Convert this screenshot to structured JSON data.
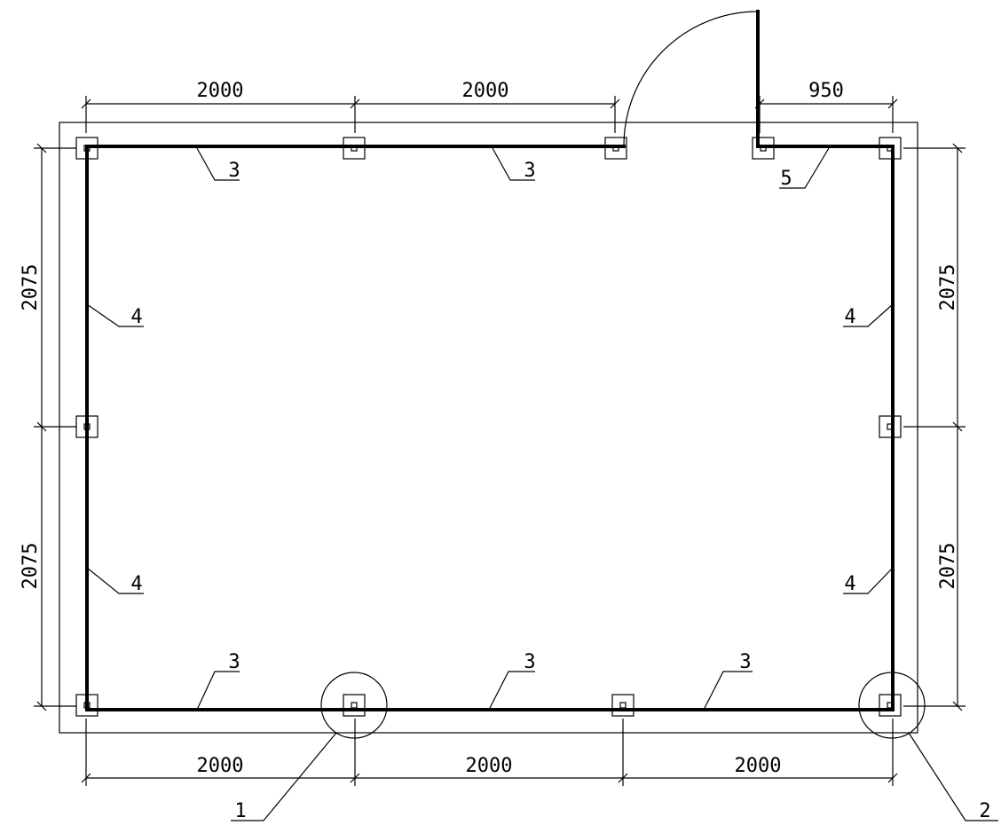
{
  "dimensions": {
    "top": [
      "2000",
      "2000",
      "950"
    ],
    "bottom": [
      "2000",
      "2000",
      "2000"
    ],
    "left": [
      "2075",
      "2075"
    ],
    "right": [
      "2075",
      "2075"
    ]
  },
  "callouts": {
    "top_left_3": "3",
    "top_mid_3": "3",
    "top_right_5": "5",
    "left_upper_4": "4",
    "left_lower_4": "4",
    "right_upper_4": "4",
    "right_lower_4": "4",
    "bottom_left_3": "3",
    "bottom_mid_3": "3",
    "bottom_right_3": "3",
    "detail_1": "1",
    "detail_2": "2"
  }
}
